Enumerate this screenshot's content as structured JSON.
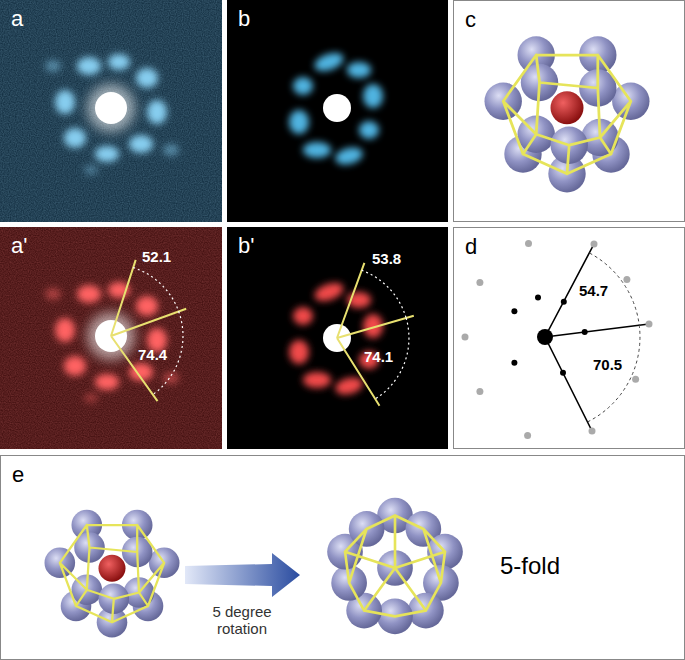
{
  "diagram": {
    "nodes": [
      {
        "text": [
          "a"
        ]
      },
      {
        "text": [
          "b"
        ]
      },
      {
        "text": [
          "c"
        ]
      },
      {
        "text": [
          "a'"
        ]
      },
      {
        "text": [
          "b'"
        ]
      },
      {
        "text": [
          "d"
        ]
      },
      {
        "text": [
          "e"
        ]
      }
    ],
    "labels": [
      "52.1",
      "74.4",
      "53.8",
      "74.1",
      "54.7",
      "70.5",
      "5 degree rotation",
      "5-fold"
    ]
  }
}
